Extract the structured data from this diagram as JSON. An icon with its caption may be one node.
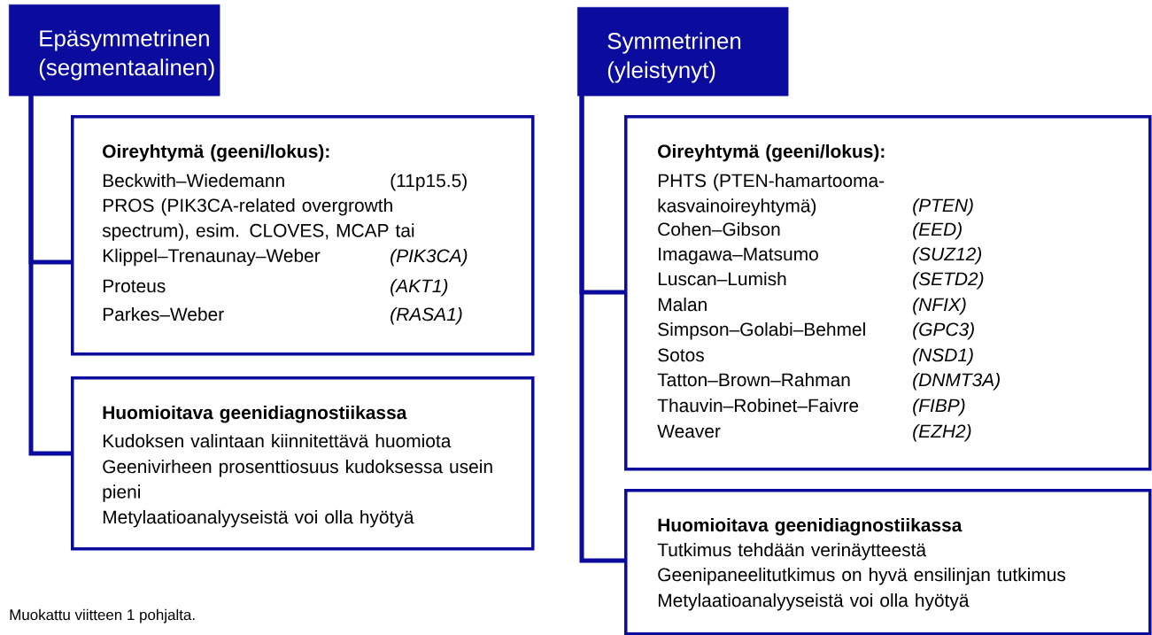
{
  "diagram": {
    "nodes": [
      {
        "text": [
          "Epäsymmetrinen (segmentaalinen)"
        ]
      },
      {
        "text": [
          "Oireyhtymä (geeni/lokus):",
          "Beckwith–Wiedemann",
          "(11p15.5)",
          "PROS (PIK3CA-related overgrowth spectrum), esim. CLOVES, MCAP tai Klippel–Trenaunay–Weber",
          "*(PIK3CA)*",
          "Proteus",
          "*(AKT1)*",
          "Parkes–Weber",
          "*(RASA1)*"
        ]
      },
      {
        "text": [
          "Huomioitava geenidiagnostiikassa",
          "Kudoksen valintaan kiinnitettävä huomiota",
          "Geenivirheen prosenttiosuus kudoksessa usein pieni",
          "Metylaatioanalyyseistä voi olla hyötyä"
        ]
      },
      {
        "text": [
          "Symmetrinen (yleistynyt)"
        ]
      },
      {
        "text": [
          "Oireyhtymä (geeni/lokus):",
          "PHTS (PTEN-hamartooma-kasvainoireyhtymä)",
          "*(PTEN)*",
          "Cohen–Gibson",
          "*(EED)*",
          "Imagawa–Matsumo",
          "*(SUZ12)*",
          "Luscan–Lumish",
          "*(SETD2)*",
          "Malan",
          "*(NFIX)*",
          "Simpson–Golabi–Behmel",
          "*(GPC3)*",
          "Sotos",
          "*(NSD1)*",
          "Tatton–Brown–Rahman",
          "*(DNMT3A)*",
          "Thauvin–Robinet–Faivre",
          "*(FIBP)*",
          "Weaver",
          "*(EZH2)*"
        ]
      },
      {
        "text": [
          "Huomioitava geenidiagnostiikassa",
          "Tutkimus tehdään verinäytteestä",
          "Geenipaneelitutkimus on hyvä ensilinjan tutkimus",
          "Metylaatioanalyyseistä voi olla hyötyä"
        ]
      }
    ],
    "edges": [
      {
        "from": 0,
        "to": 1,
        "arrow": "none"
      },
      {
        "from": 0,
        "to": 2,
        "arrow": "none"
      },
      {
        "from": 3,
        "to": 4,
        "arrow": "none"
      },
      {
        "from": 3,
        "to": 5,
        "arrow": "none"
      }
    ],
    "labels": [
      "Muokattu viitteen 1 pohjalta."
    ]
  }
}
